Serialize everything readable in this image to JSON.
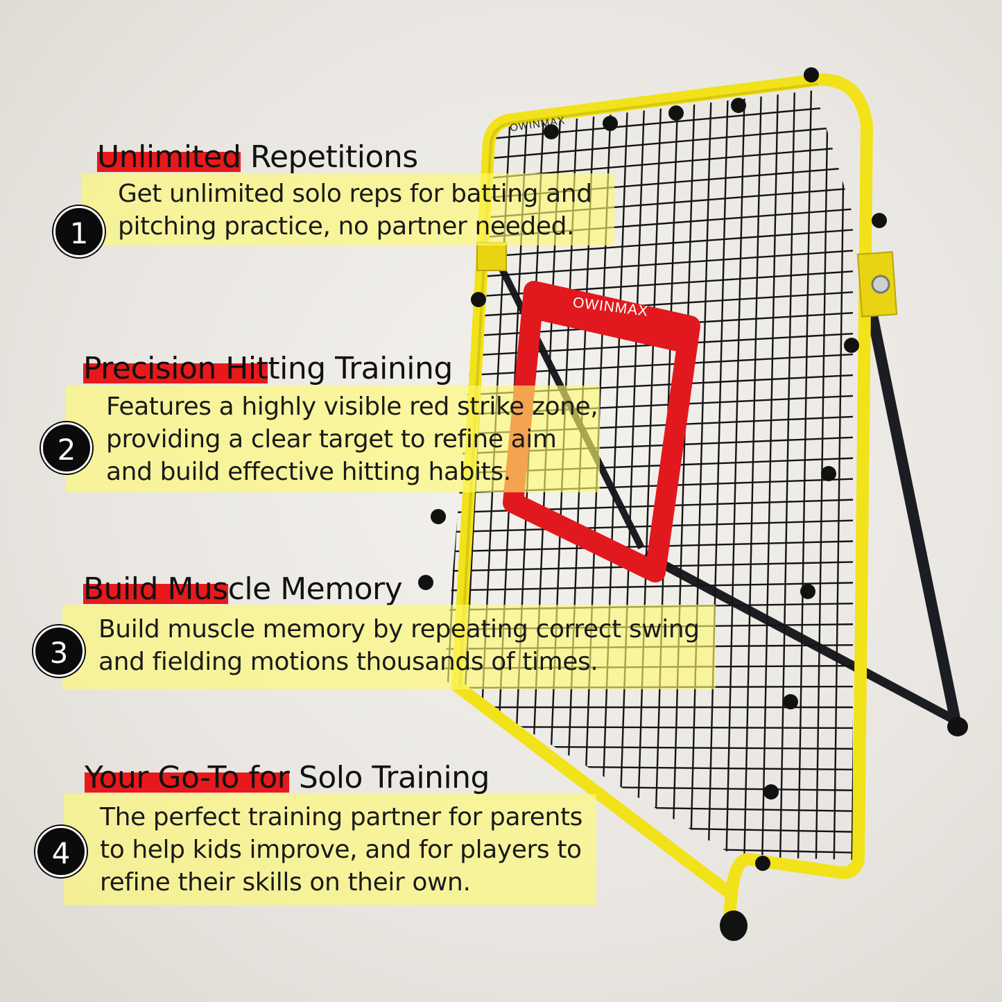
{
  "features": [
    {
      "number": "1",
      "title_highlight": "Unlimited",
      "title_rest": " Repetitions",
      "lines": [
        "Get unlimited solo reps for batting and",
        "pitching practice, no partner needed."
      ]
    },
    {
      "number": "2",
      "title_highlight": "Precision Hit",
      "title_rest": "ting Training",
      "lines": [
        "Features a highly visible red strike zone,",
        "providing a clear target to refine aim",
        "and build effective hitting habits."
      ]
    },
    {
      "number": "3",
      "title_highlight": "Build Mus",
      "title_rest": "cle Memory",
      "lines": [
        "Build muscle memory by repeating correct swing",
        "and fielding motions thousands of times."
      ]
    },
    {
      "number": "4",
      "title_highlight": "Your Go-To for",
      "title_rest": " Solo Training",
      "lines": [
        "The perfect training partner for parents",
        "to help kids improve, and for players to",
        "refine their skills on their own."
      ]
    }
  ],
  "product": {
    "brand_frame": "OWINMAX",
    "brand_target": "OWINMAX"
  },
  "colors": {
    "frame": "#f2e21a",
    "target": "#e1191e",
    "net": "#151515",
    "highlight": "#e8191b",
    "desc_bg": "#fffa6e"
  }
}
